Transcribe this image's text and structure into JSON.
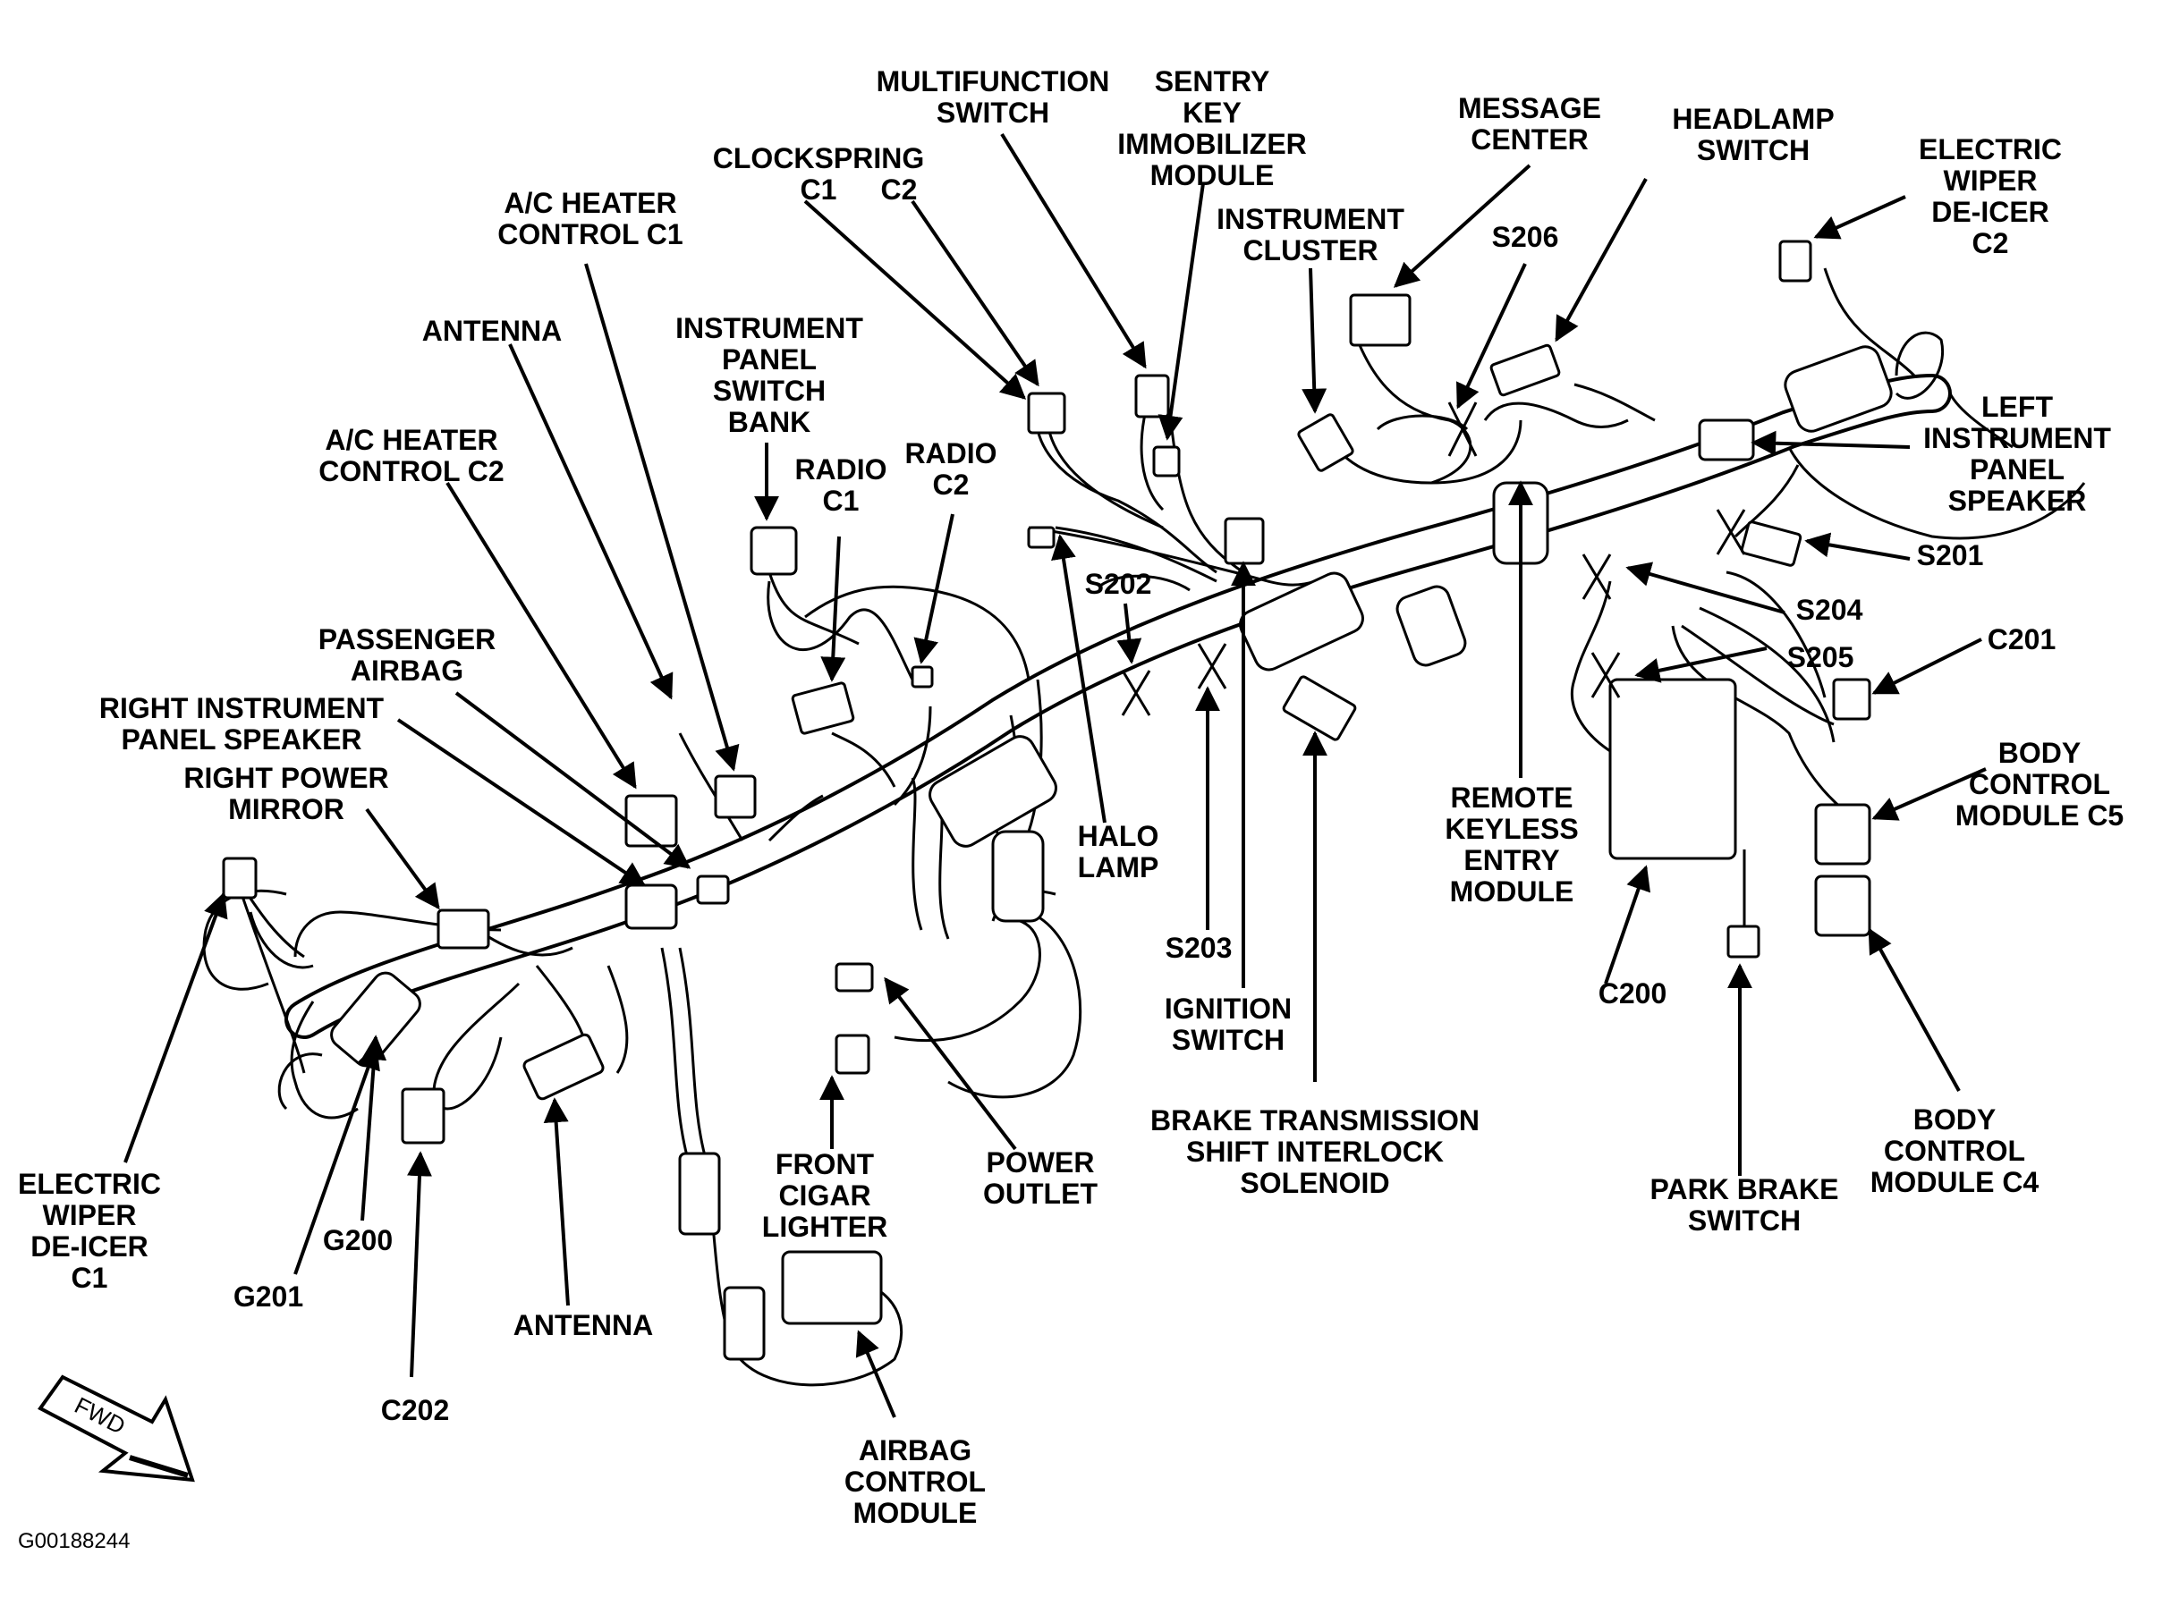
{
  "labels": [
    {
      "id": "multifunction-switch",
      "lines": [
        "MULTIFUNCTION",
        "SWITCH"
      ]
    },
    {
      "id": "sentry-key-immobilizer-module",
      "lines": [
        "SENTRY",
        "KEY",
        "IMMOBILIZER",
        "MODULE"
      ]
    },
    {
      "id": "message-center",
      "lines": [
        "MESSAGE",
        "CENTER"
      ]
    },
    {
      "id": "headlamp-switch",
      "lines": [
        "HEADLAMP",
        "SWITCH"
      ]
    },
    {
      "id": "electric-wiper-de-icer-c2",
      "lines": [
        "ELECTRIC",
        "WIPER",
        "DE-ICER",
        "C2"
      ]
    },
    {
      "id": "clockspring-c1",
      "lines": [
        "CLOCKSPRING",
        "C1"
      ]
    },
    {
      "id": "clockspring-c2",
      "lines": [
        "C2"
      ]
    },
    {
      "id": "a-c-heater-control-c1",
      "lines": [
        "A/C HEATER",
        "CONTROL C1"
      ]
    },
    {
      "id": "instrument-cluster",
      "lines": [
        "INSTRUMENT",
        "CLUSTER"
      ]
    },
    {
      "id": "s206",
      "lines": [
        "S206"
      ]
    },
    {
      "id": "antenna-top",
      "lines": [
        "ANTENNA"
      ]
    },
    {
      "id": "instrument-panel-switch-bank",
      "lines": [
        "INSTRUMENT",
        "PANEL",
        "SWITCH",
        "BANK"
      ]
    },
    {
      "id": "left-instrument-panel-speaker",
      "lines": [
        "LEFT",
        "INSTRUMENT",
        "PANEL",
        "SPEAKER"
      ]
    },
    {
      "id": "a-c-heater-control-c2",
      "lines": [
        "A/C HEATER",
        "CONTROL C2"
      ]
    },
    {
      "id": "radio-c1",
      "lines": [
        "RADIO",
        "C1"
      ]
    },
    {
      "id": "radio-c2",
      "lines": [
        "RADIO",
        "C2"
      ]
    },
    {
      "id": "s201",
      "lines": [
        "S201"
      ]
    },
    {
      "id": "s202",
      "lines": [
        "S202"
      ]
    },
    {
      "id": "s204",
      "lines": [
        "S204"
      ]
    },
    {
      "id": "passenger-airbag",
      "lines": [
        "PASSENGER",
        "AIRBAG"
      ]
    },
    {
      "id": "c201",
      "lines": [
        "C201"
      ]
    },
    {
      "id": "s205",
      "lines": [
        "S205"
      ]
    },
    {
      "id": "right-instrument-panel-speaker",
      "lines": [
        "RIGHT INSTRUMENT",
        "PANEL SPEAKER"
      ]
    },
    {
      "id": "right-power-mirror",
      "lines": [
        "RIGHT POWER",
        "MIRROR"
      ]
    },
    {
      "id": "body-control-module-c5",
      "lines": [
        "BODY",
        "CONTROL",
        "MODULE C5"
      ]
    },
    {
      "id": "remote-keyless-entry-module",
      "lines": [
        "REMOTE",
        "KEYLESS",
        "ENTRY",
        "MODULE"
      ]
    },
    {
      "id": "halo-lamp",
      "lines": [
        "HALO",
        "LAMP"
      ]
    },
    {
      "id": "s203",
      "lines": [
        "S203"
      ]
    },
    {
      "id": "c200",
      "lines": [
        "C200"
      ]
    },
    {
      "id": "ignition-switch",
      "lines": [
        "IGNITION",
        "SWITCH"
      ]
    },
    {
      "id": "brake-transmission-shift-interlock-solenoid",
      "lines": [
        "BRAKE TRANSMISSION",
        "SHIFT INTERLOCK",
        "SOLENOID"
      ]
    },
    {
      "id": "body-control-module-c4",
      "lines": [
        "BODY",
        "CONTROL",
        "MODULE C4"
      ]
    },
    {
      "id": "power-outlet",
      "lines": [
        "POWER",
        "OUTLET"
      ]
    },
    {
      "id": "front-cigar-lighter",
      "lines": [
        "FRONT",
        "CIGAR",
        "LIGHTER"
      ]
    },
    {
      "id": "park-brake-switch",
      "lines": [
        "PARK BRAKE",
        "SWITCH"
      ]
    },
    {
      "id": "electric-wiper-de-icer-c1",
      "lines": [
        "ELECTRIC",
        "WIPER",
        "DE-ICER",
        "C1"
      ]
    },
    {
      "id": "g200",
      "lines": [
        "G200"
      ]
    },
    {
      "id": "g201",
      "lines": [
        "G201"
      ]
    },
    {
      "id": "antenna-bottom",
      "lines": [
        "ANTENNA"
      ]
    },
    {
      "id": "c202",
      "lines": [
        "C202"
      ]
    },
    {
      "id": "airbag-control-module",
      "lines": [
        "AIRBAG",
        "CONTROL",
        "MODULE"
      ]
    }
  ],
  "fwd_label": "FWD",
  "figure_code": "G00188244"
}
